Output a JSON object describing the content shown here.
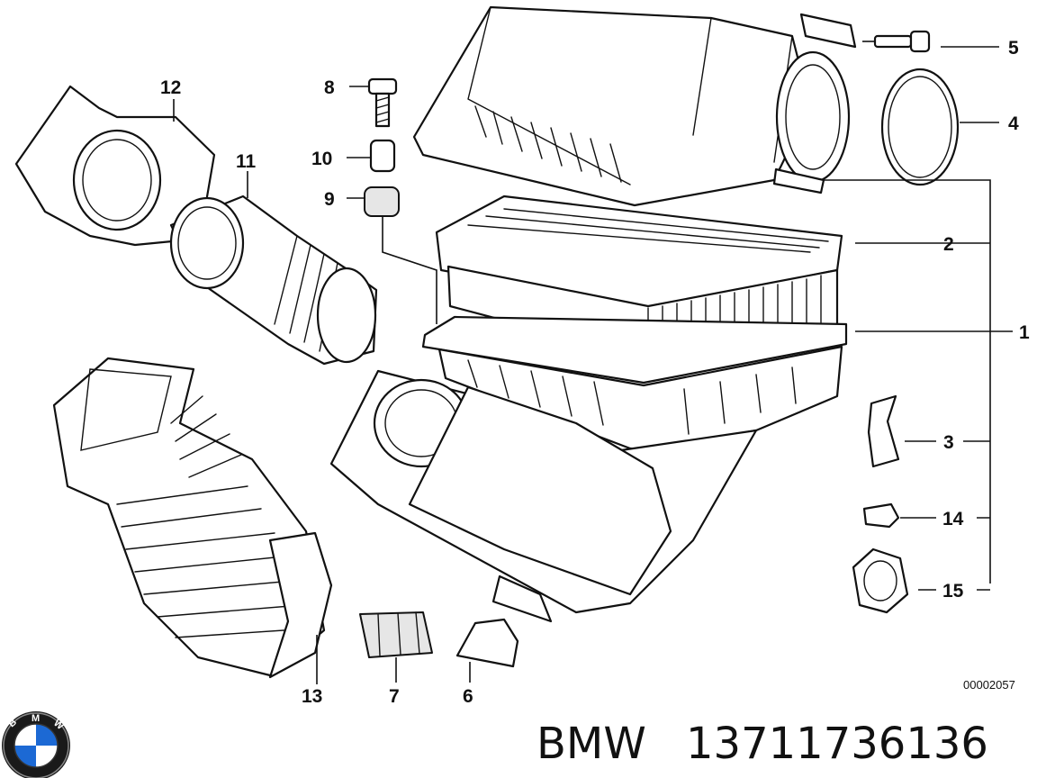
{
  "parts": [
    {
      "id": "p1",
      "label": "1"
    },
    {
      "id": "p2",
      "label": "2"
    },
    {
      "id": "p3",
      "label": "3"
    },
    {
      "id": "p4",
      "label": "4"
    },
    {
      "id": "p5",
      "label": "5"
    },
    {
      "id": "p6",
      "label": "6"
    },
    {
      "id": "p7",
      "label": "7"
    },
    {
      "id": "p8",
      "label": "8"
    },
    {
      "id": "p9",
      "label": "9"
    },
    {
      "id": "p10",
      "label": "10"
    },
    {
      "id": "p11",
      "label": "11"
    },
    {
      "id": "p12",
      "label": "12"
    },
    {
      "id": "p13",
      "label": "13"
    },
    {
      "id": "p14",
      "label": "14"
    },
    {
      "id": "p15",
      "label": "15"
    }
  ],
  "diagram_ref": "00002057",
  "brand": {
    "name": "BMW",
    "part_number": "13711736136",
    "logo_letters": "BMW",
    "logo_icon": "bmw-roundel-icon"
  }
}
